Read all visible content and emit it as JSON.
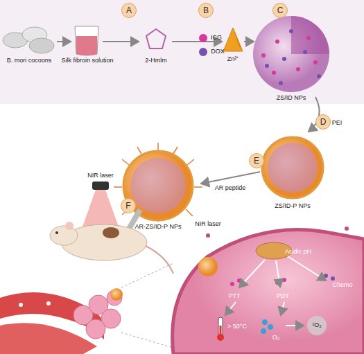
{
  "diagram": {
    "nodes": [
      {
        "text": [
          "A"
        ]
      },
      {
        "text": [
          "B"
        ]
      },
      {
        "text": [
          "C"
        ]
      },
      {
        "text": [
          "D"
        ]
      },
      {
        "text": [
          "E"
        ]
      },
      {
        "text": [
          "F"
        ]
      }
    ],
    "labels": [
      "B. mori cocoons",
      "Silk fibroin solution",
      "2-Hmlm",
      "ICG",
      "DOX",
      "Zn²⁺",
      "ZS/ID NPs",
      "PEI",
      "ZS/ID-P NPs",
      "AR peptide",
      "AR-ZS/ID-P NPs",
      "NIR laser",
      "NIR laser",
      "Acidic pH",
      "Chemo",
      "PTT",
      "PDT",
      "> 50°C",
      "O₂",
      "¹O₂"
    ]
  }
}
